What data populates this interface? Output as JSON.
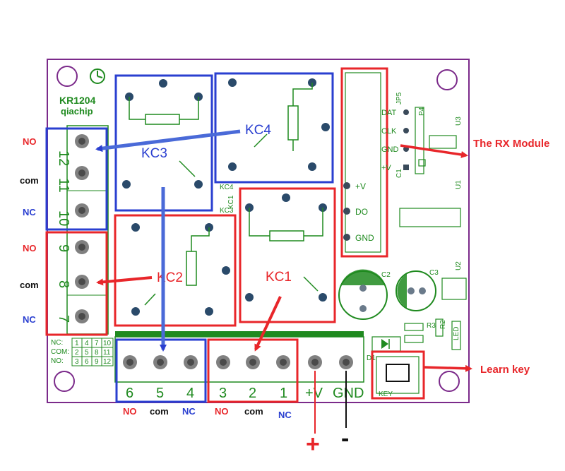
{
  "colors": {
    "board_outline": "#7b2a8a",
    "silk": "#1f8a1f",
    "red": "#e8262a",
    "blue": "#2a3fd0",
    "pad": "#6a6a6a"
  },
  "board": {
    "model": "KR1204",
    "brand": "qiachip",
    "mount_icon": "clock-icon"
  },
  "relays": [
    {
      "name": "KC3"
    },
    {
      "name": "KC4"
    },
    {
      "name": "KC2"
    },
    {
      "name": "KC1"
    }
  ],
  "relay_silks": {
    "kc4": "KC4",
    "kc3": "KC3",
    "kc1": "KC1"
  },
  "left_terminals": {
    "pins": [
      "12",
      "11",
      "10",
      "9",
      "8",
      "7"
    ],
    "labels": [
      "NO",
      "com",
      "NC",
      "NO",
      "com",
      "NC"
    ]
  },
  "pin_table": {
    "rows": [
      {
        "label": "NC:",
        "cells": [
          "1",
          "4",
          "7",
          "10"
        ]
      },
      {
        "label": "COM:",
        "cells": [
          "2",
          "5",
          "8",
          "11"
        ]
      },
      {
        "label": "NO:",
        "cells": [
          "3",
          "6",
          "9",
          "12"
        ]
      }
    ]
  },
  "bottom_terminals": {
    "pins": [
      "6",
      "5",
      "4",
      "3",
      "2",
      "1",
      "+V",
      "GND"
    ],
    "labels": [
      "NO",
      "com",
      "NC",
      "NO",
      "com",
      "NC"
    ]
  },
  "rx_header": {
    "pins": [
      "+V",
      "DO",
      "GND"
    ]
  },
  "rx_module": {
    "pins": [
      "DAT",
      "CLK",
      "GND",
      "+V"
    ],
    "silks": {
      "jp": "JP5",
      "p": "P4",
      "u": "U3",
      "c": "C1",
      "u1": "U1"
    }
  },
  "components": {
    "c2": "C2",
    "c3": "C3",
    "u2": "U2",
    "r3": "R3",
    "r2": "R2",
    "led": "LED",
    "d1": "D1",
    "key": "KEY"
  },
  "callouts": {
    "rx_module": "The RX Module",
    "learn_key": "Learn key"
  },
  "power": {
    "plus": "+",
    "minus": "-"
  }
}
